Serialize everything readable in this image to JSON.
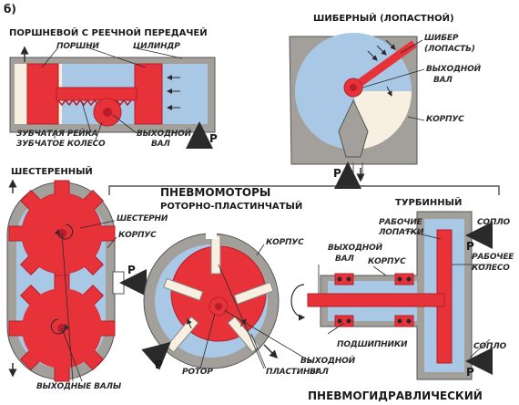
{
  "panel_label": "б)",
  "headings": {
    "piston": "ПОРШНЕВОЙ С РЕЕЧНОЙ ПЕРЕДАЧЕЙ",
    "vane": "ШИБЕРНЫЙ (ЛОПАСТНОЙ)",
    "gear": "ШЕСТЕРЕННЫЙ",
    "motors": "ПНЕВМОМОТОРЫ",
    "rotary": "РОТОРНО-ПЛАСТИНЧАТЫЙ",
    "turbine": "ТУРБИННЫЙ",
    "hydro": "ПНЕВМОГИДРАВЛИЧЕСКИЙ"
  },
  "labels": {
    "pistons": "ПОРШНИ",
    "cylinder": "ЦИЛИНДР",
    "rack": "ЗУБЧАТАЯ РЕЙКА",
    "gear_wheel": "ЗУБЧАТОЕ КОЛЕСО",
    "output_shaft_1": "ВЫХОДНОЙ",
    "output_shaft_2": "ВАЛ",
    "gate_1": "ШИБЕР",
    "gate_2": "(ЛОПАСТЬ)",
    "body": "КОРПУС",
    "gears": "ШЕСТЕРНИ",
    "output_shafts": "ВЫХОДНЫЕ ВАЛЫ",
    "rotor": "РОТОР",
    "plates": "ПЛАСТИНЫ",
    "blades_1": "РАБОЧИЕ",
    "blades_2": "ЛОПАТКИ",
    "nozzle": "СОПЛО",
    "wheel_1": "РАБОЧЕЕ",
    "wheel_2": "КОЛЕСО",
    "bearings": "ПОДШИПНИКИ"
  },
  "pressure_symbol": "P",
  "colors": {
    "red": "#e8323a",
    "dark_red": "#b51f2a",
    "blue": "#a9c8e6",
    "gray": "#a3a09b",
    "dark_gray": "#6e6b67",
    "cream": "#f7efdf",
    "line": "#2a2a2a"
  }
}
